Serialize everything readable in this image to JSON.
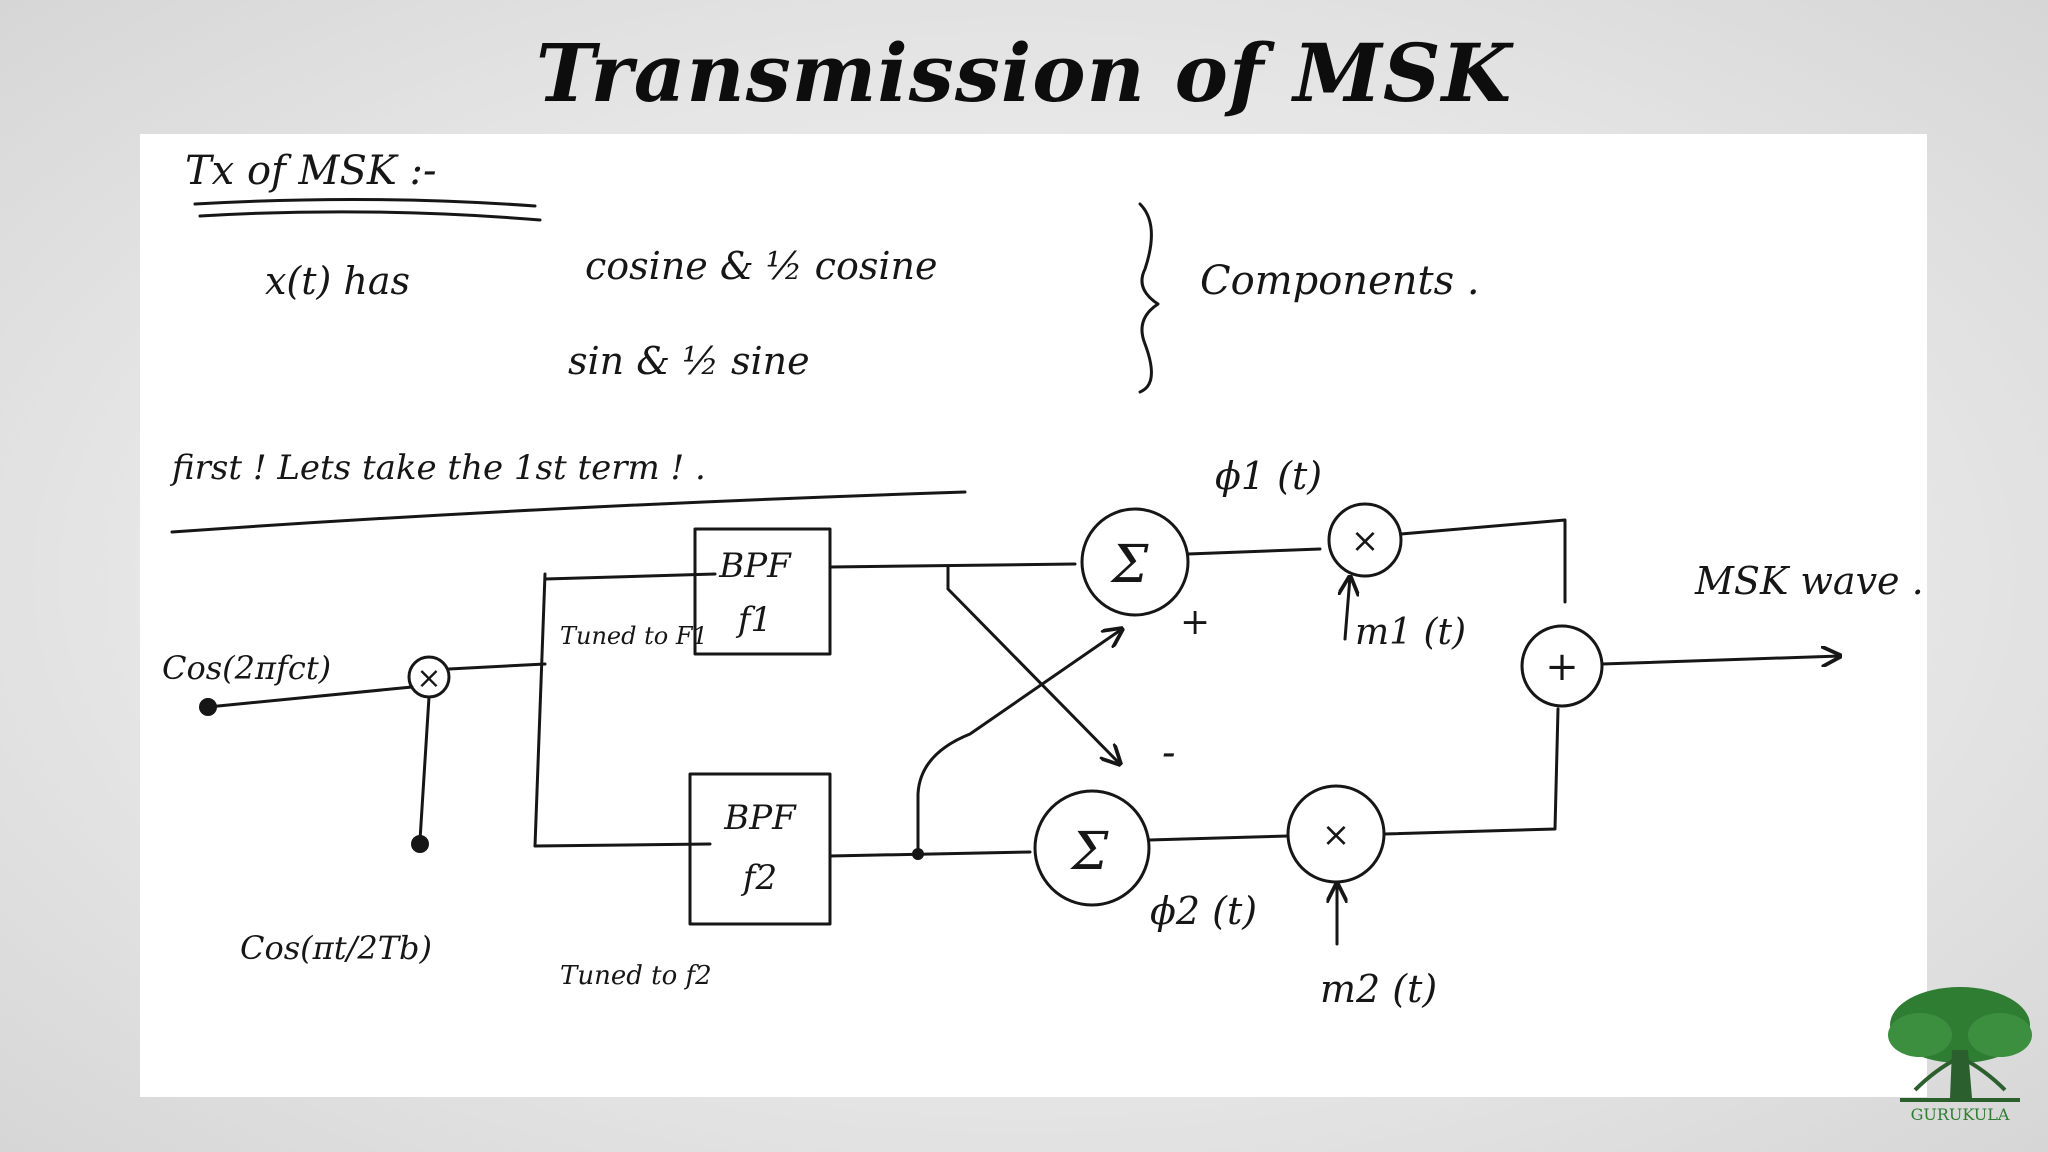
{
  "slide": {
    "title": "Transmission of MSK"
  },
  "notes": {
    "heading": "Tx of MSK :-",
    "line1_lead": "x(t) has",
    "line1_mid": "cosine & ½ cosine",
    "line1_tail": "Components .",
    "line2": "sin & ½ sine",
    "first_term": "first ! Lets take the 1st term ! ."
  },
  "diagram": {
    "input_carrier": "Cos(2πfct)",
    "input_shaping": "Cos(πt/2Tb)",
    "mixer_symbol": "×",
    "bpf1_label": "BPF",
    "bpf1_freq": "f1",
    "bpf1_note": "Tuned to F1",
    "bpf2_label": "BPF",
    "bpf2_freq": "f2",
    "bpf2_note": "Tuned to f2",
    "sum_symbol": "Σ",
    "plus_sign": "+",
    "minus_sign": "-",
    "phi1": "ϕ1 (t)",
    "phi2": "ϕ2 (t)",
    "mult_symbol": "×",
    "m1": "m1 (t)",
    "m2": "m2 (t)",
    "adder_symbol": "+",
    "output": "MSK wave ."
  },
  "logo": {
    "text": "GURUKULA"
  },
  "colors": {
    "ink": "#161616",
    "logo_green": "#2f7d32",
    "board": "#ffffff"
  }
}
